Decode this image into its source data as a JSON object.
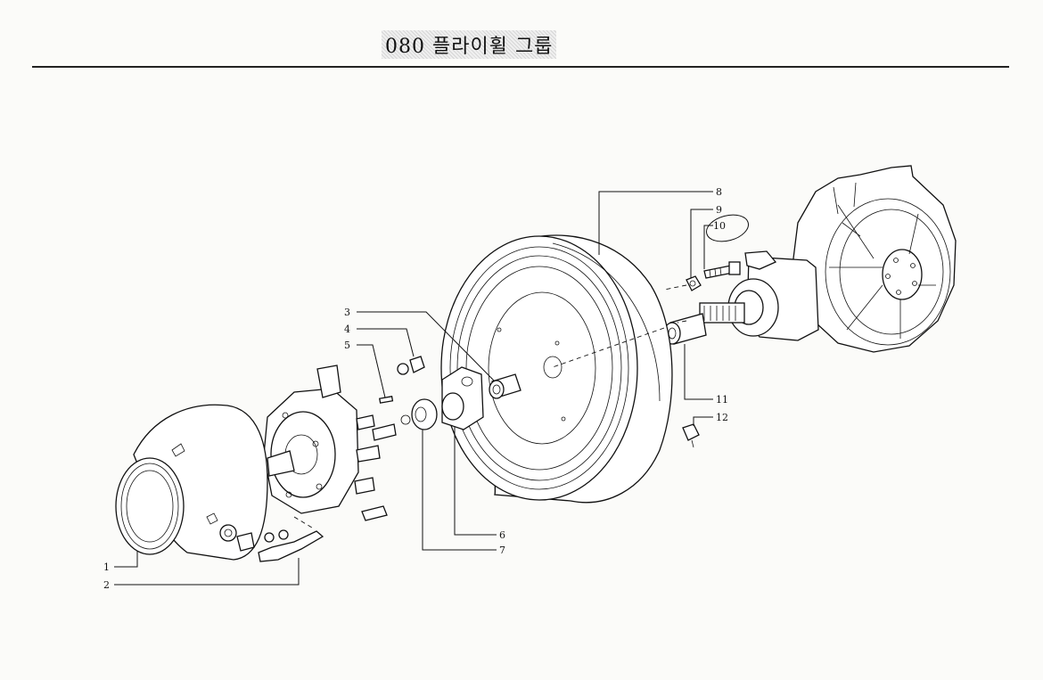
{
  "title": "080 플라이휠 그룹",
  "diagram": {
    "part_labels": [
      "1",
      "2",
      "3",
      "4",
      "5",
      "6",
      "7",
      "8",
      "9",
      "10",
      "11",
      "12"
    ]
  }
}
